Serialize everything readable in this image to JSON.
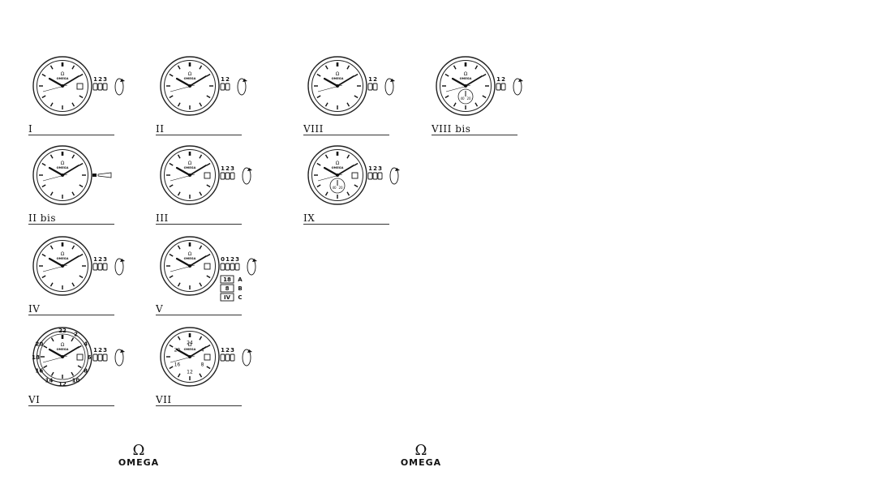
{
  "watch_text": {
    "logo_symbol": "Ω",
    "logo_text": "OMEGA"
  },
  "positions": [
    {
      "id": "I",
      "label": "I",
      "date": true,
      "crown_labels": [
        "1",
        "2",
        "3"
      ],
      "crown_type": "three"
    },
    {
      "id": "II",
      "label": "II",
      "date": false,
      "crown_labels": [
        "1",
        "2"
      ],
      "crown_type": "two"
    },
    {
      "id": "VIII",
      "label": "VIII",
      "date": false,
      "crown_labels": [
        "1",
        "2"
      ],
      "crown_type": "two"
    },
    {
      "id": "VIII-bis",
      "label": "VIII bis",
      "date": false,
      "crown_labels": [
        "1",
        "2"
      ],
      "crown_type": "two",
      "subdial": [
        "40",
        "20"
      ]
    },
    {
      "id": "II-bis",
      "label": "II bis",
      "date": false,
      "crown_labels": [],
      "crown_type": "pin"
    },
    {
      "id": "III",
      "label": "III",
      "date": true,
      "crown_labels": [
        "1",
        "2",
        "3"
      ],
      "crown_type": "three"
    },
    {
      "id": "IX",
      "label": "IX",
      "date": true,
      "crown_labels": [
        "1",
        "2",
        "3"
      ],
      "crown_type": "three",
      "subdial": [
        "40",
        "20"
      ]
    },
    {
      "id": "IV",
      "label": "IV",
      "date": false,
      "crown_labels": [
        "1",
        "2",
        "3"
      ],
      "crown_type": "three"
    },
    {
      "id": "V",
      "label": "V",
      "date": true,
      "crown_labels": [
        "0",
        "1",
        "2",
        "3"
      ],
      "crown_type": "four",
      "callouts": [
        {
          "value": "18",
          "letter": "A"
        },
        {
          "value": "8",
          "letter": "B"
        },
        {
          "value": "IV",
          "letter": "C"
        }
      ]
    },
    {
      "id": "VI",
      "label": "VI",
      "date": true,
      "crown_labels": [
        "1",
        "2",
        "3"
      ],
      "crown_type": "three",
      "bezel_numbers": [
        "22",
        "2",
        "4",
        "6",
        "8",
        "10",
        "12",
        "14",
        "16",
        "18",
        "20"
      ]
    },
    {
      "id": "VII",
      "label": "VII",
      "date": true,
      "crown_labels": [
        "1",
        "2",
        "3"
      ],
      "crown_type": "three",
      "dial_numbers": [
        "24",
        "2",
        "4",
        "6",
        "8",
        "10",
        "12",
        "14",
        "16",
        "18",
        "20",
        "22"
      ]
    }
  ],
  "footer": [
    {
      "symbol": "Ω",
      "text": "OMEGA"
    },
    {
      "symbol": "Ω",
      "text": "OMEGA"
    }
  ]
}
